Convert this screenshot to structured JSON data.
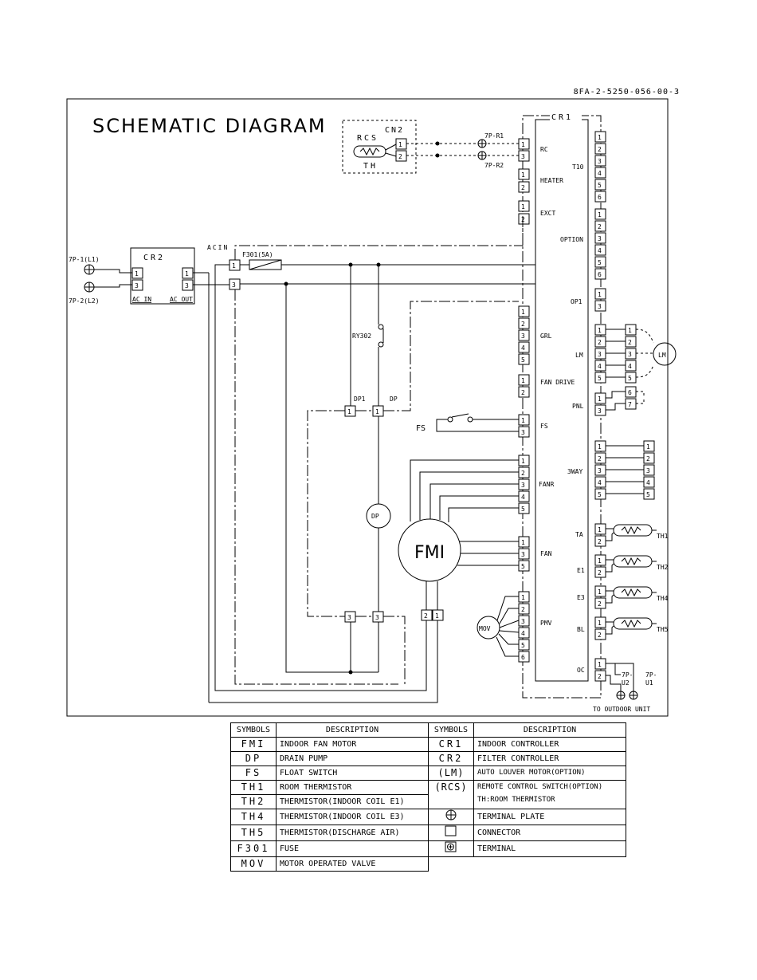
{
  "doc_number": "8FA-2-5250-056-00-3",
  "title": "SCHEMATIC DIAGRAM",
  "labels": {
    "cr1": "CR1",
    "cr2": "CR2",
    "cn2": "CN2",
    "rcs": "RCS",
    "th": "TH",
    "p_l1": "7P-1(L1)",
    "p_l2": "7P-2(L2)",
    "ac_in_cr2": "AC IN",
    "ac_out_cr2": "AC OUT",
    "acin": "ACIN",
    "f301": "F301(5A)",
    "r1": "7P-R1",
    "r2": "7P-R2",
    "ry302": "RY302",
    "dp1": "DP1",
    "dp": "DP",
    "fs": "FS",
    "fmi": "FMI",
    "mov": "MOV",
    "lm": "LM",
    "u2": "7P-\nU2",
    "u1": "7P-\nU1",
    "to_outdoor": "TO OUTDOOR UNIT",
    "th1": "TH1",
    "th2": "TH2",
    "th4": "TH4",
    "th5": "TH5"
  },
  "cr1_left_connectors": [
    "RC",
    "HEATER",
    "EXCT",
    "GRL",
    "FAN DRIVE",
    "FS",
    "FANR",
    "FAN",
    "PMV"
  ],
  "cr1_right_connectors": [
    "T10",
    "OPTION",
    "OP1",
    "LM",
    "PNL",
    "3WAY",
    "TA",
    "E1",
    "E3",
    "BL",
    "OC"
  ],
  "legend": {
    "headers": [
      "SYMBOLS",
      "DESCRIPTION",
      "SYMBOLS",
      "DESCRIPTION"
    ],
    "left": [
      {
        "sym": "FMI",
        "desc": "INDOOR FAN MOTOR"
      },
      {
        "sym": "DP",
        "desc": "DRAIN PUMP"
      },
      {
        "sym": "FS",
        "desc": "FLOAT SWITCH"
      },
      {
        "sym": "TH1",
        "desc": "ROOM THERMISTOR"
      },
      {
        "sym": "TH2",
        "desc": "THERMISTOR(INDOOR COIL E1)"
      },
      {
        "sym": "TH4",
        "desc": "THERMISTOR(INDOOR COIL E3)"
      },
      {
        "sym": "TH5",
        "desc": "THERMISTOR(DISCHARGE AIR)"
      },
      {
        "sym": "F301",
        "desc": "FUSE"
      },
      {
        "sym": "MOV",
        "desc": "MOTOR OPERATED VALVE"
      }
    ],
    "right": [
      {
        "sym": "CR1",
        "desc": "INDOOR CONTROLLER"
      },
      {
        "sym": "CR2",
        "desc": "FILTER CONTROLLER"
      },
      {
        "sym": "(LM)",
        "desc": "AUTO LOUVER MOTOR(OPTION)"
      },
      {
        "sym": "(RCS)",
        "desc": "REMOTE CONTROL SWITCH(OPTION)",
        "desc2": "TH:ROOM THERMISTOR"
      },
      {
        "sym": "terminal-plate-icon",
        "desc": "TERMINAL PLATE"
      },
      {
        "sym": "connector-icon",
        "desc": "CONNECTOR"
      },
      {
        "sym": "terminal-icon",
        "desc": "TERMINAL"
      }
    ]
  }
}
